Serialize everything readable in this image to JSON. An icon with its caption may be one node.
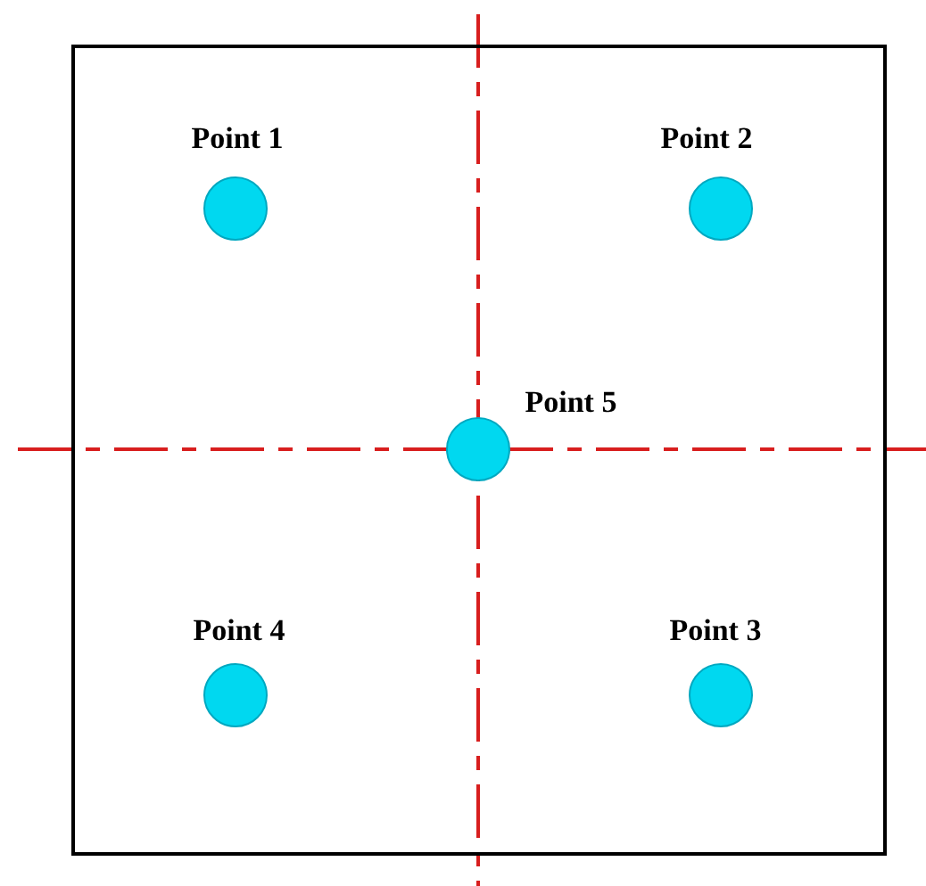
{
  "diagram": {
    "nodes": [
      {
        "text": [],
        "shape": "box"
      },
      {
        "text": [
          "Point 1"
        ],
        "in": 0
      },
      {
        "text": [
          "Point 2"
        ],
        "in": 0
      },
      {
        "text": [
          "Point 5"
        ],
        "in": 0
      },
      {
        "text": [
          "Point 4"
        ],
        "in": 0
      },
      {
        "text": [
          "Point 3"
        ],
        "in": 0
      }
    ],
    "edges": []
  }
}
